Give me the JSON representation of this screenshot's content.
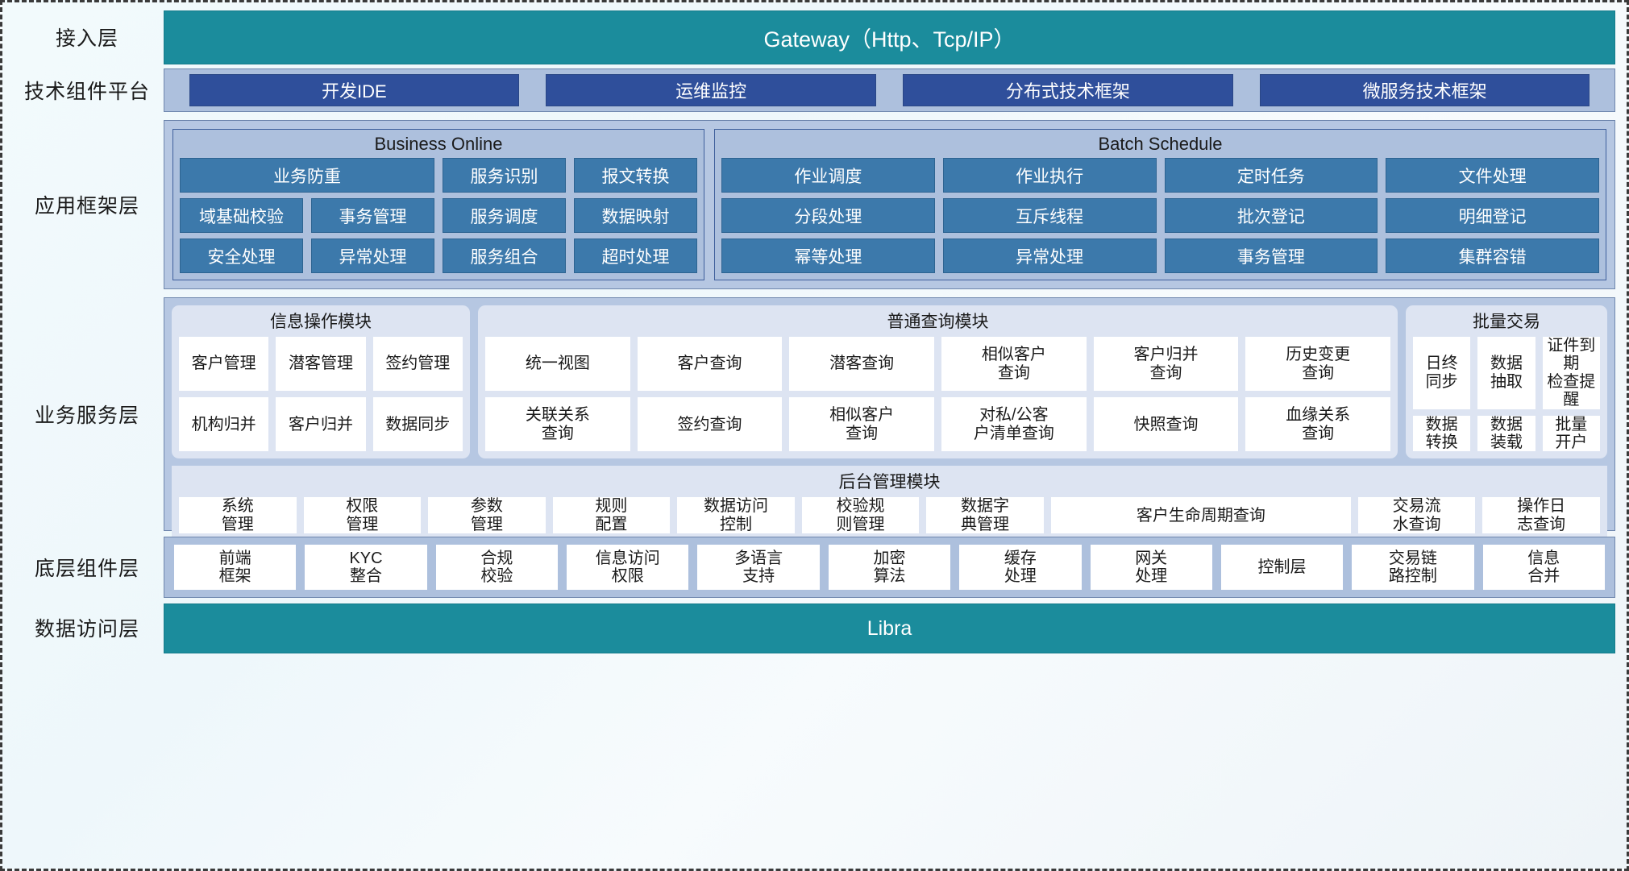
{
  "layers": [
    {
      "label": "接入层",
      "bar": "Gateway（Http、Tcp/IP）"
    },
    {
      "label": "技术组件平台",
      "items": [
        "开发IDE",
        "运维监控",
        "分布式技术框架",
        "微服务技术框架"
      ]
    },
    {
      "label": "应用框架层",
      "panels": [
        {
          "title": "Business Online",
          "rows": [
            [
              "业务防重",
              "服务识别",
              "报文转换"
            ],
            [
              "域基础校验",
              "事务管理",
              "服务调度",
              "数据映射"
            ],
            [
              "安全处理",
              "异常处理",
              "服务组合",
              "超时处理"
            ]
          ]
        },
        {
          "title": "Batch Schedule",
          "rows": [
            [
              "作业调度",
              "作业执行",
              "定时任务",
              "文件处理"
            ],
            [
              "分段处理",
              "互斥线程",
              "批次登记",
              "明细登记"
            ],
            [
              "幂等处理",
              "异常处理",
              "事务管理",
              "集群容错"
            ]
          ]
        }
      ]
    },
    {
      "label": "业务服务层",
      "modules": [
        {
          "title": "信息操作模块",
          "rows": [
            [
              "客户管理",
              "潜客管理",
              "签约管理"
            ],
            [
              "机构归并",
              "客户归并",
              "数据同步"
            ]
          ]
        },
        {
          "title": "普通查询模块",
          "rows": [
            [
              "统一视图",
              "客户查询",
              "潜客查询",
              "相似客户\n查询",
              "客户归并\n查询",
              "历史变更\n查询"
            ],
            [
              "关联关系\n查询",
              "签约查询",
              "相似客户\n查询",
              "对私/公客\n户清单查询",
              "快照查询",
              "血缘关系\n查询"
            ]
          ]
        },
        {
          "title": "批量交易",
          "rows": [
            [
              "日终\n同步",
              "数据\n抽取",
              "证件到期\n检查提醒"
            ],
            [
              "数据\n转换",
              "数据\n装载",
              "批量\n开户"
            ]
          ]
        }
      ],
      "admin": {
        "title": "后台管理模块",
        "items": [
          "系统\n管理",
          "权限\n管理",
          "参数\n管理",
          "规则\n配置",
          "数据访问\n控制",
          "校验规\n则管理",
          "数据字\n典管理",
          "客户生命周期查询",
          "交易流\n水查询",
          "操作日\n志查询"
        ],
        "wide_index": 7
      }
    },
    {
      "label": "底层组件层",
      "items": [
        "前端\n框架",
        "KYC\n整合",
        "合规\n校验",
        "信息访问\n权限",
        "多语言\n支持",
        "加密\n算法",
        "缓存\n处理",
        "网关\n处理",
        "控制层",
        "交易链\n路控制",
        "信息\n合并"
      ]
    },
    {
      "label": "数据访问层",
      "bar": "Libra"
    }
  ],
  "colors": {
    "teal": "#1b8c9c",
    "dark_blue": "#2f4f9b",
    "mid_blue": "#3c79ab",
    "band": "#b6c7e2",
    "sub_panel": "#dde4f2"
  }
}
